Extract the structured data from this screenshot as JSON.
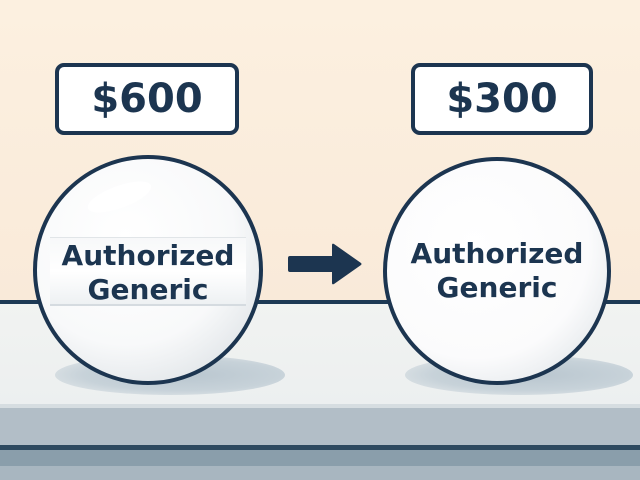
{
  "scene": {
    "description": "Price comparison illustration of two pills on a counter",
    "colors": {
      "background": "#fbeedd",
      "outline": "#1c3550",
      "counter_top": "#eef1f0",
      "counter_front": "#b2bec7"
    }
  },
  "left": {
    "price": "$600",
    "pill_label_line1": "Authorized",
    "pill_label_line2": "Generic"
  },
  "arrow": {
    "icon": "arrow-right-icon"
  },
  "right": {
    "price": "$300",
    "pill_label_line1": "Authorized",
    "pill_label_line2": "Generic"
  }
}
